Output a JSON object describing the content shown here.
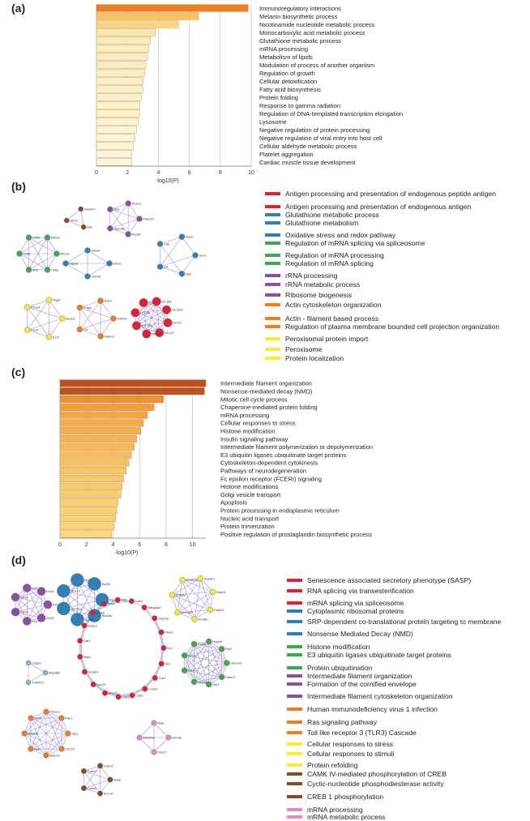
{
  "labels": {
    "a": "(a)",
    "b": "(b)",
    "c": "(c)",
    "d": "(d)"
  },
  "colors": {
    "red": "#e0202e",
    "blue": "#2f7fb8",
    "green": "#3fa84a",
    "purple": "#8b4fa8",
    "orange": "#ef7d1c",
    "yellow": "#f5ec2a",
    "brown": "#8b4a24",
    "pink": "#e58ac0",
    "lightblue": "#7fb8d0",
    "edge": "#9d8fd8"
  },
  "chart_data": [
    {
      "type": "bar",
      "orientation": "horizontal",
      "xlabel": "-log10(P)",
      "xlim": [
        0,
        10
      ],
      "xticks": [
        0,
        2,
        4,
        6,
        8,
        10
      ],
      "grid": true,
      "categories": [
        "Immunoregulatory interactions",
        "Melanin biosynthetic process",
        "Nicotinamide nucleotide metabolic process",
        "Monocarboxylic acid metabolic process",
        "Glutathione metabolic process",
        "mRNA processing",
        "Metabolism of lipids",
        "Modulation of process of another organism",
        "Regulation of growth",
        "Cellular detoxification",
        "Fatty acid biosynthesis",
        "Protein folding",
        "Response to gamma radiation",
        "Regulation of DNA-templated transcription elongation",
        "Lysosome",
        "Negative regulation of protein processing",
        "Negative regulation of viral entry into host cell",
        "Cellular aldehyde metabolic process",
        "Platelet aggregation",
        "Cardiac muscle tissue development"
      ],
      "values": [
        9.8,
        6.6,
        5.3,
        3.8,
        3.5,
        3.4,
        3.3,
        3.2,
        3.1,
        3.0,
        3.0,
        2.9,
        2.8,
        2.8,
        2.7,
        2.6,
        2.5,
        2.4,
        2.3,
        2.3
      ]
    },
    {
      "type": "bar",
      "orientation": "horizontal",
      "xlabel": "-log10(P)",
      "xlim": [
        0,
        11
      ],
      "xticks": [
        0,
        2,
        4,
        6,
        8,
        10
      ],
      "grid": true,
      "categories": [
        "Intermediate filament organization",
        "Nonsense-mediated decay (NMD)",
        "Mitotic cell cycle process",
        "Chaperone-mediated protein folding",
        "mRNA processing",
        "Cellular responses to stress",
        "Histone modification",
        "Insulin signaling pathway",
        "Intermediate filament polymerization or depolymerization",
        "E3 ubiquitin ligases ubiquitinate target proteins",
        "Cytoskeleton-dependent cytokinesis",
        "Pathways of neurodegeneration",
        "Fc epsilon receptor (FCERI) signaling",
        "Histone modifications",
        "Golgi vesicle transport",
        "Apoptosis",
        "Protein processing in endoplasmic reticulum",
        "Nucleic acid transport",
        "Protein trimerization",
        "Positive regulation of prostaglandin biosynthetic process"
      ],
      "values": [
        11.0,
        10.9,
        7.8,
        7.1,
        6.6,
        6.3,
        6.1,
        5.8,
        5.6,
        5.4,
        5.2,
        5.0,
        4.8,
        4.7,
        4.6,
        4.4,
        4.3,
        4.2,
        4.1,
        3.9
      ]
    }
  ],
  "legend_b": [
    {
      "label": "Antigen processing and presentation of endogenous peptide antigen",
      "color": "#e0202e"
    },
    {
      "label": "Antigen processing and presentation of endogenous antigen",
      "color": "#e0202e"
    },
    {
      "label": "Glutathione metabolic process",
      "color": "#2f7fb8"
    },
    {
      "label": "Glutathione metabolism",
      "color": "#2f7fb8"
    },
    {
      "label": "Oxidative stress and redox pathway",
      "color": "#2f7fb8"
    },
    {
      "label": "Regulation of mRNA splicing via spliceosome",
      "color": "#3fa84a"
    },
    {
      "label": "Regulation of mRNA processing",
      "color": "#3fa84a"
    },
    {
      "label": "Regulation of mRNA splicing",
      "color": "#3fa84a"
    },
    {
      "label": "rRNA processing",
      "color": "#8b4fa8"
    },
    {
      "label": "rRNA metabolic process",
      "color": "#8b4fa8"
    },
    {
      "label": "Ribosome biogenesis",
      "color": "#8b4fa8"
    },
    {
      "label": "Actin cytoskeleton organization",
      "color": "#ef7d1c"
    },
    {
      "label": "Actin - filament based process",
      "color": "#ef7d1c"
    },
    {
      "label": "Regulation of plasma membrane bounded cell projection organization",
      "color": "#ef7d1c"
    },
    {
      "label": "Peroxisomal protein import",
      "color": "#f5ec2a"
    },
    {
      "label": "Peroxisome",
      "color": "#f5ec2a"
    },
    {
      "label": "Protein localization",
      "color": "#f5ec2a"
    }
  ],
  "legend_d": [
    {
      "label": "Senescence associated secretory phenotype (SASP)",
      "color": "#e0202e"
    },
    {
      "label": "RNA splicing via transesterification",
      "color": "#e0202e"
    },
    {
      "label": "mRNA splicing via spliceosome",
      "color": "#e0202e"
    },
    {
      "label": "Cytoplasmic ribosomal proteins",
      "color": "#2f7fb8"
    },
    {
      "label": "SRP-dependent co-translational protein targeting to membrane",
      "color": "#2f7fb8"
    },
    {
      "label": "Nonsense Mediated Decay (NMD)",
      "color": "#2f7fb8"
    },
    {
      "label": "Histone modification",
      "color": "#3fa84a"
    },
    {
      "label": "E3 ubiquitin ligases ubiquitinate target proteins",
      "color": "#3fa84a"
    },
    {
      "label": "Protein ubiquitination",
      "color": "#3fa84a"
    },
    {
      "label": "Intermediate filament organization",
      "color": "#8b4fa8"
    },
    {
      "label": "Formation of the cornified envelope",
      "color": "#8b4fa8"
    },
    {
      "label": "Intermediate filament cytoskeleton organization",
      "color": "#8b4fa8"
    },
    {
      "label": "Human immunodeficiency virus 1 infection",
      "color": "#ef7d1c"
    },
    {
      "label": "Ras signaling pathway",
      "color": "#ef7d1c"
    },
    {
      "label": "Toll like receptor 3 (TLR3) Cascade",
      "color": "#ef7d1c"
    },
    {
      "label": "Cellular responses to stress",
      "color": "#f5ec2a"
    },
    {
      "label": "Cellular responses to stimuli",
      "color": "#f5ec2a"
    },
    {
      "label": "Protein refolding",
      "color": "#f5ec2a"
    },
    {
      "label": "CAMK IV-mediated phosphorylation of CREB",
      "color": "#8b4a24"
    },
    {
      "label": "Cyclic-nucleotide phosphodiesterase activity",
      "color": "#8b4a24"
    },
    {
      "label": "CREB 1 phosphorylation",
      "color": "#8b4a24"
    },
    {
      "label": "mRNA processing",
      "color": "#e58ac0"
    },
    {
      "label": "mRNA metabolic process",
      "color": "#e58ac0"
    }
  ],
  "network_b": {
    "nodes": [
      {
        "label": "Gemin7",
        "color": "#8b4a24"
      },
      {
        "label": "Ddx",
        "color": "#8b4a24"
      },
      {
        "label": "Hrl10",
        "color": "#8b4a24"
      },
      {
        "label": "Rbm3",
        "color": "#3fa84a"
      },
      {
        "label": "Cirbp",
        "color": "#3fa84a"
      },
      {
        "label": "Srf1",
        "color": "#3fa84a"
      },
      {
        "label": "Celf1",
        "color": "#3fa84a"
      },
      {
        "label": "Celf2",
        "color": "#3fa84a"
      },
      {
        "label": "Rbm8",
        "color": "#3fa84a"
      },
      {
        "label": "Mrps15",
        "color": "#8b4fa8"
      },
      {
        "label": "Rrp36",
        "color": "#8b4fa8"
      },
      {
        "label": "Utp14a",
        "color": "#8b4fa8"
      },
      {
        "label": "Nop",
        "color": "#8b4fa8"
      },
      {
        "label": "Pescd",
        "color": "#8b4fa8"
      },
      {
        "label": "Gsto1",
        "color": "#2f7fb8"
      },
      {
        "label": "Gstm5",
        "color": "#2f7fb8"
      },
      {
        "label": "Mgst3",
        "color": "#2f7fb8"
      },
      {
        "label": "Gsta4",
        "color": "#2f7fb8"
      },
      {
        "label": "Sord",
        "color": "#2f7fb8"
      },
      {
        "label": "Gpx",
        "color": "#2f7fb8"
      },
      {
        "label": "Lta",
        "color": "#2f7fb8"
      },
      {
        "label": "Cdb",
        "color": "#2f7fb8"
      },
      {
        "label": "Nox2",
        "color": "#2f7fb8"
      },
      {
        "label": "Acox3",
        "color": "#f5ec2a"
      },
      {
        "label": "Ecr2",
        "color": "#f5ec2a"
      },
      {
        "label": "Pex5",
        "color": "#f5ec2a"
      },
      {
        "label": "Pex14",
        "color": "#f5ec2a"
      },
      {
        "label": "Ptgr3",
        "color": "#f5ec2a"
      },
      {
        "label": "Pdlim5",
        "color": "#ef7d1c"
      },
      {
        "label": "Pdlim3",
        "color": "#ef7d1c"
      },
      {
        "label": "Fhl",
        "color": "#ef7d1c"
      },
      {
        "label": "Prrg6",
        "color": "#ef7d1c"
      },
      {
        "label": "Actr4",
        "color": "#ef7d1c"
      },
      {
        "label": "H2-K1",
        "color": "#e0202e"
      },
      {
        "label": "H2-Q7",
        "color": "#e0202e"
      },
      {
        "label": "H2-D1",
        "color": "#e0202e"
      },
      {
        "label": "H2-T23",
        "color": "#e0202e"
      },
      {
        "label": "H2-Q4",
        "color": "#e0202e"
      },
      {
        "label": "H2-T26",
        "color": "#e0202e"
      },
      {
        "label": "H2-Q6",
        "color": "#e0202e"
      },
      {
        "label": "H2-Q10",
        "color": "#e0202e"
      }
    ]
  },
  "network_d": {
    "nodes": [
      {
        "label": "Krt16",
        "color": "#8b4fa8"
      },
      {
        "label": "Krt15",
        "color": "#8b4fa8"
      },
      {
        "label": "Krt17",
        "color": "#8b4fa8"
      },
      {
        "label": "Krt79",
        "color": "#8b4fa8"
      },
      {
        "label": "Krt10",
        "color": "#8b4fa8"
      },
      {
        "label": "Krt5",
        "color": "#8b4fa8"
      },
      {
        "label": "Krt14",
        "color": "#8b4fa8"
      },
      {
        "label": "Rps",
        "color": "#2f7fb8"
      },
      {
        "label": "Rpl15a",
        "color": "#2f7fb8"
      },
      {
        "label": "Rpl33",
        "color": "#2f7fb8"
      },
      {
        "label": "Sec61g",
        "color": "#2f7fb8"
      },
      {
        "label": "Rps12",
        "color": "#2f7fb8"
      },
      {
        "label": "Rpl24",
        "color": "#2f7fb8"
      },
      {
        "label": "Rpl35",
        "color": "#2f7fb8"
      },
      {
        "label": "Sqstm1",
        "color": "#f5ec2a"
      },
      {
        "label": "Hspb1",
        "color": "#f5ec2a"
      },
      {
        "label": "Hspa1l",
        "color": "#f5ec2a"
      },
      {
        "label": "Dnajb1",
        "color": "#f5ec2a"
      },
      {
        "label": "Ube2d3",
        "color": "#f5ec2a"
      },
      {
        "label": "Dnaja2",
        "color": "#f5ec2a"
      },
      {
        "label": "Dnajc21",
        "color": "#f5ec2a"
      },
      {
        "label": "Adhgap3",
        "color": "#e0202e"
      },
      {
        "label": "Snrpd3",
        "color": "#e0202e"
      },
      {
        "label": "Prkdc",
        "color": "#e0202e"
      },
      {
        "label": "Il1rr",
        "color": "#e0202e"
      },
      {
        "label": "Il13",
        "color": "#e0202e"
      },
      {
        "label": "Cdc7",
        "color": "#e0202e"
      },
      {
        "label": "Ccna2",
        "color": "#e0202e"
      },
      {
        "label": "Cdk1",
        "color": "#e0202e"
      },
      {
        "label": "Cdk5",
        "color": "#e0202e"
      },
      {
        "label": "Ehmt2",
        "color": "#e0202e"
      },
      {
        "label": "Nup37",
        "color": "#e0202e"
      },
      {
        "label": "Snrpb2",
        "color": "#e0202e"
      },
      {
        "label": "Nhp2",
        "color": "#e0202e"
      },
      {
        "label": "Gar1",
        "color": "#e0202e"
      },
      {
        "label": "Ncbp2",
        "color": "#e0202e"
      },
      {
        "label": "Snrpb",
        "color": "#e0202e"
      },
      {
        "label": "Srsf7",
        "color": "#e0202e"
      },
      {
        "label": "Mak",
        "color": "#e0202e"
      },
      {
        "label": "Lsm1",
        "color": "#e0202e"
      },
      {
        "label": "Ube2e3",
        "color": "#3fa84a"
      },
      {
        "label": "Hdac3",
        "color": "#3fa84a"
      },
      {
        "label": "Dtx1",
        "color": "#3fa84a"
      },
      {
        "label": "Nedd4",
        "color": "#3fa84a"
      },
      {
        "label": "Hdac1",
        "color": "#3fa84a"
      },
      {
        "label": "Rnf20",
        "color": "#3fa84a"
      },
      {
        "label": "Cul4b",
        "color": "#3fa84a"
      },
      {
        "label": "Hopp6",
        "color": "#3fa84a"
      },
      {
        "label": "Rnf1",
        "color": "#3fa84a"
      },
      {
        "label": "Map3k5",
        "color": "#7fb8d0"
      },
      {
        "label": "Tnfrsf10",
        "color": "#7fb8d0"
      },
      {
        "label": "Casp6",
        "color": "#7fb8d0"
      },
      {
        "label": "Tap1",
        "color": "#ef7d1c"
      },
      {
        "label": "Cdc16",
        "color": "#ef7d1c"
      },
      {
        "label": "Arpc10",
        "color": "#ef7d1c"
      },
      {
        "label": "App",
        "color": "#ef7d1c"
      },
      {
        "label": "Mapk5",
        "color": "#ef7d1c"
      },
      {
        "label": "Grb2",
        "color": "#ef7d1c"
      },
      {
        "label": "Plxna1",
        "color": "#ef7d1c"
      },
      {
        "label": "Pak1",
        "color": "#ef7d1c"
      },
      {
        "label": "Hnrnpl",
        "color": "#e58ac0"
      },
      {
        "label": "Ddx27",
        "color": "#e58ac0"
      },
      {
        "label": "Ddx39a",
        "color": "#e58ac0"
      },
      {
        "label": "Raly",
        "color": "#e58ac0"
      },
      {
        "label": "Vasp",
        "color": "#8b4a24"
      },
      {
        "label": "Kcnn4",
        "color": "#8b4a24"
      },
      {
        "label": "Calm2",
        "color": "#8b4a24"
      },
      {
        "label": "Calm1",
        "color": "#8b4a24"
      },
      {
        "label": "Calm3",
        "color": "#8b4a24"
      }
    ]
  }
}
